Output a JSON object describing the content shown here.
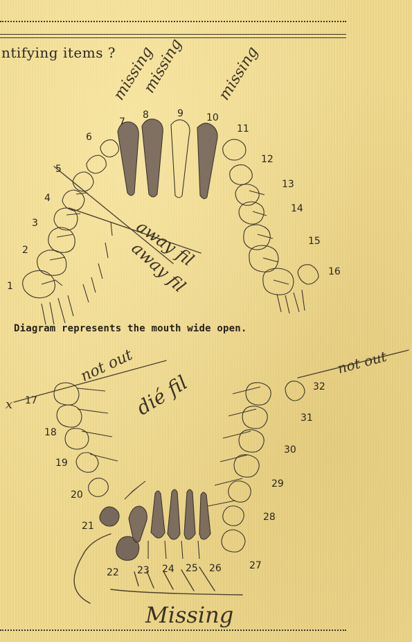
{
  "form": {
    "question_text": "ntifying items ?",
    "caption": "Diagram represents the mouth wide open."
  },
  "upper_teeth_numbers": [
    "1",
    "2",
    "3",
    "4",
    "5",
    "6",
    "7",
    "8",
    "9",
    "10",
    "11",
    "12",
    "13",
    "14",
    "15",
    "16"
  ],
  "lower_teeth_numbers": [
    "17",
    "18",
    "19",
    "20",
    "21",
    "22",
    "23",
    "24",
    "25",
    "26",
    "27",
    "28",
    "29",
    "30",
    "31",
    "32"
  ],
  "handwritten_notes": {
    "missing_upper_left": "missing",
    "missing_upper_mid": "missing",
    "missing_upper_right": "missing",
    "annotation_upper_1": "away fil",
    "annotation_upper_2": "away fil",
    "not_out_left": "not out",
    "not_out_right": "not out",
    "cross_mark": "x",
    "annotation_lower": "dié fil",
    "missing_bottom": "Missing"
  },
  "colors": {
    "paper": "#eed88c",
    "ink": "#3b352a",
    "pencil": "#4a4032",
    "tooth_fill_dark": "#6b5c57"
  }
}
